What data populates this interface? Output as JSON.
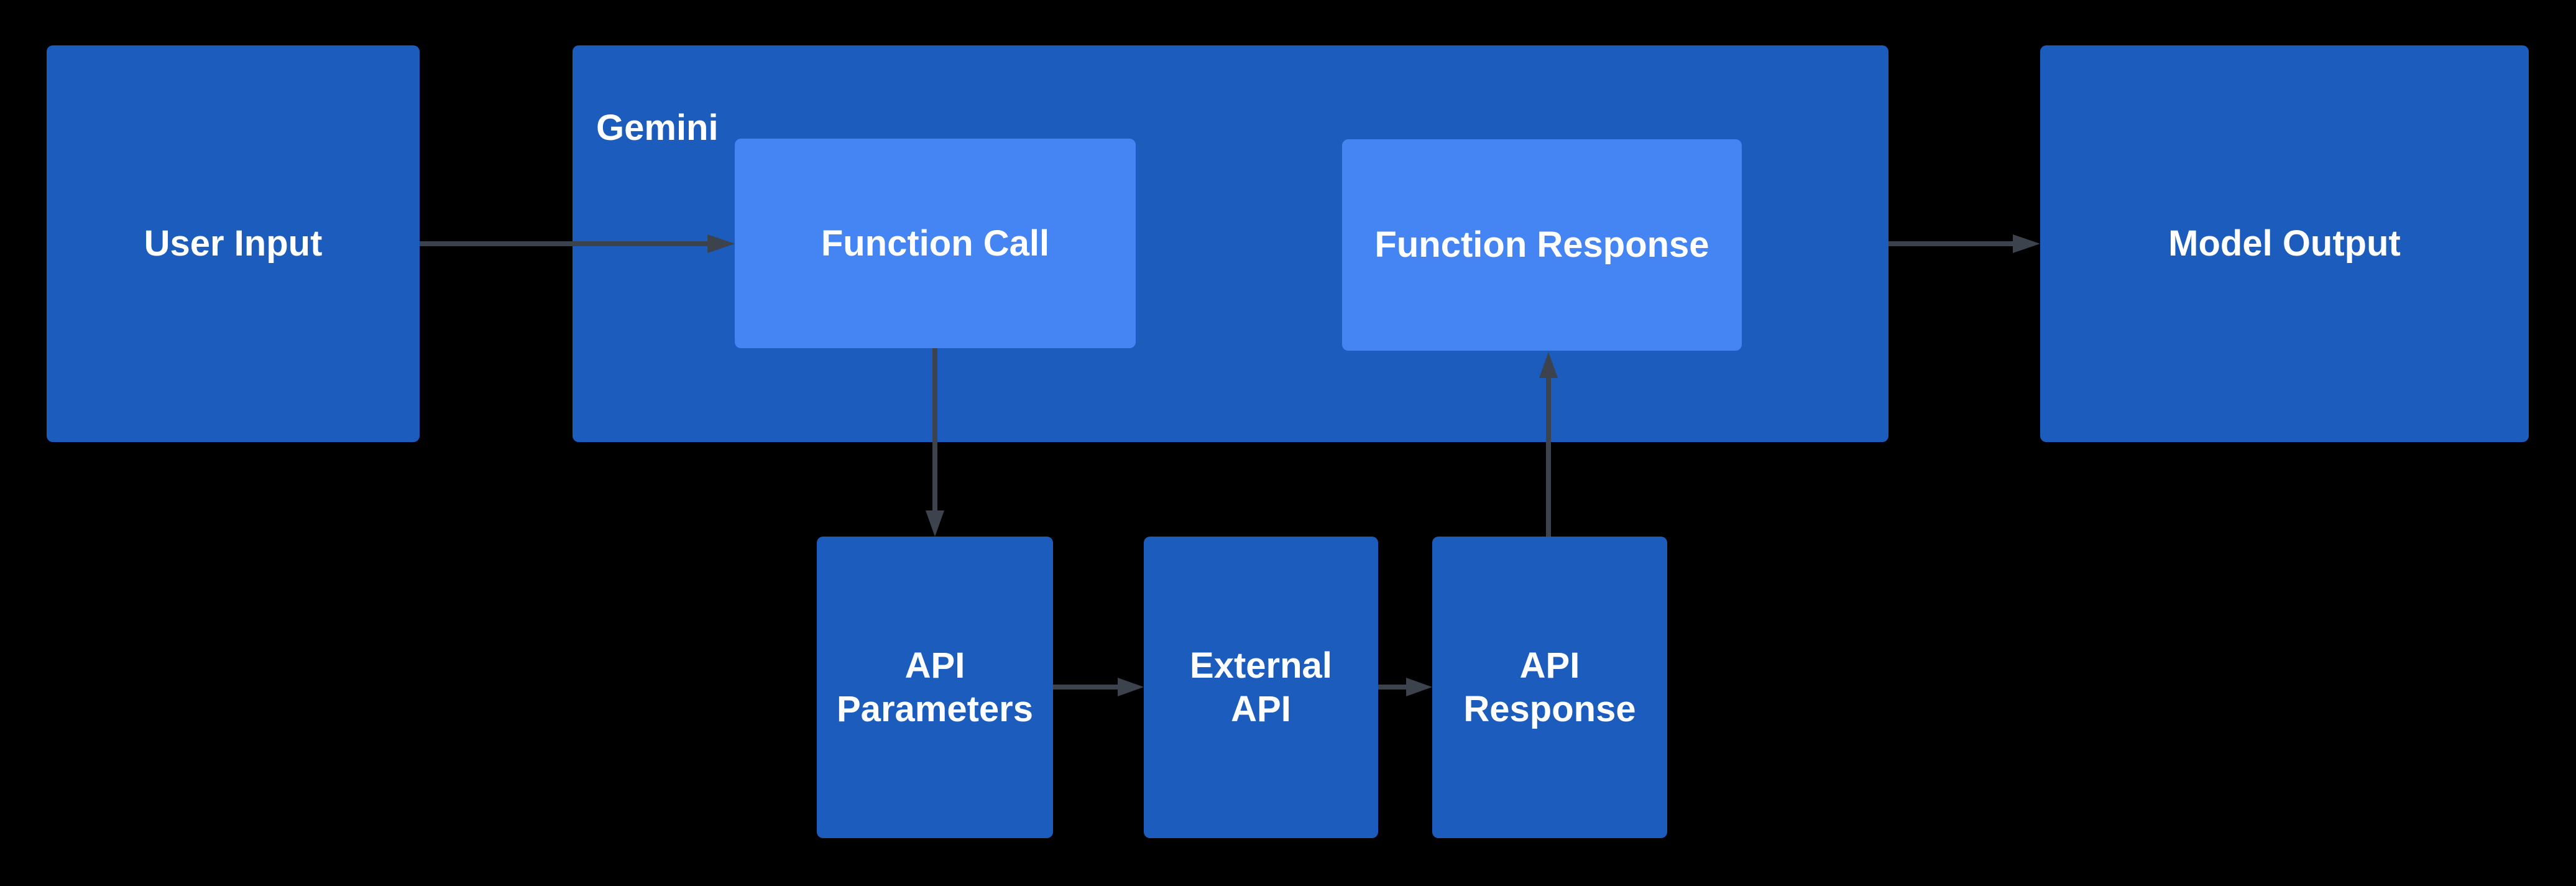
{
  "colors": {
    "background": "#000000",
    "node_dark": "#1b5cbc",
    "node_light": "#4485f3",
    "arrow": "#3d434c",
    "label_text": "#ffffff"
  },
  "nodes": {
    "user_input": {
      "label": "User Input"
    },
    "gemini_container": {
      "label": "Gemini"
    },
    "function_call": {
      "label": "Function Call"
    },
    "function_response": {
      "label": "Function Response"
    },
    "model_output": {
      "label": "Model Output"
    },
    "api_parameters": {
      "label": "API\nParameters"
    },
    "external_api": {
      "label": "External\nAPI"
    },
    "api_response": {
      "label": "API\nResponse"
    }
  },
  "edges": [
    {
      "from": "user_input",
      "to": "function_call"
    },
    {
      "from": "function_call",
      "to": "api_parameters"
    },
    {
      "from": "api_parameters",
      "to": "external_api"
    },
    {
      "from": "external_api",
      "to": "api_response"
    },
    {
      "from": "api_response",
      "to": "function_response"
    },
    {
      "from": "gemini_container",
      "to": "model_output"
    }
  ]
}
